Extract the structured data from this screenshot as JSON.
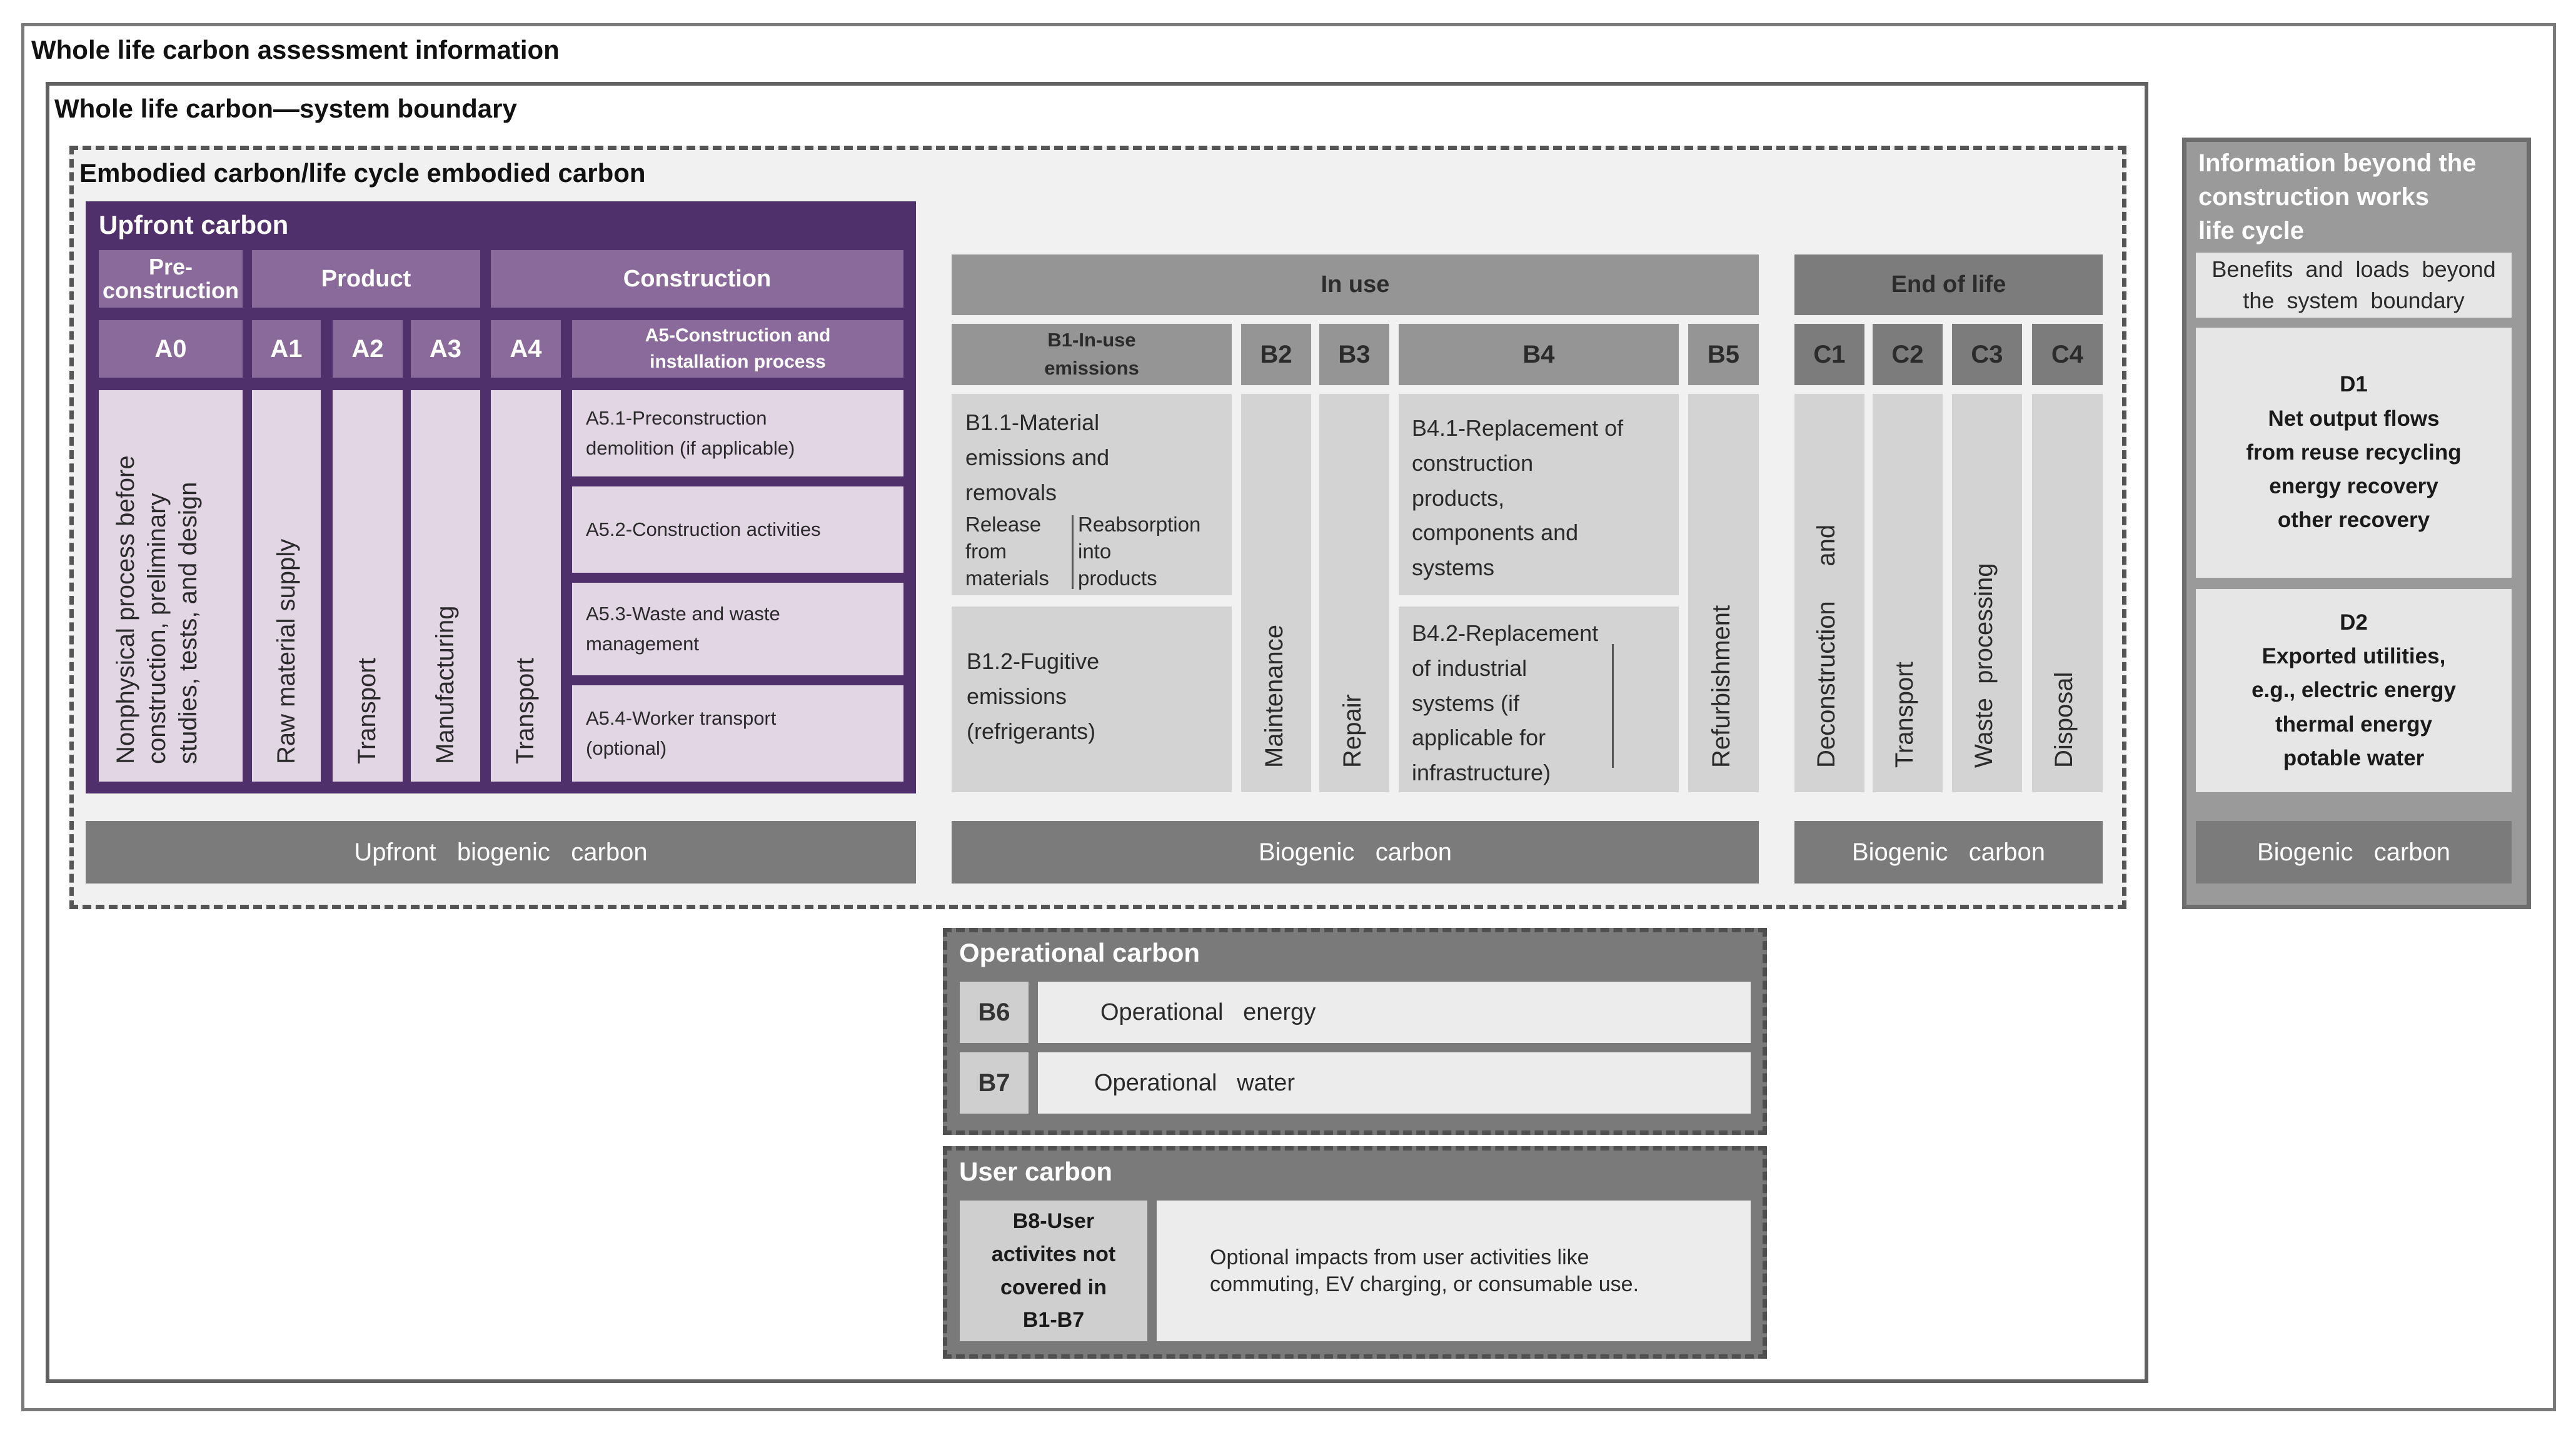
{
  "outer": {
    "title": "Whole life carbon assessment information"
  },
  "system": {
    "title": "Whole life carbon—system boundary"
  },
  "embodied": {
    "title": "Embodied carbon/life cycle embodied carbon"
  },
  "upfront": {
    "title": "Upfront carbon",
    "headers": {
      "pre": "Pre-\nconstruction",
      "product": "Product",
      "construction": "Construction"
    },
    "codes": {
      "a0": "A0",
      "a1": "A1",
      "a2": "A2",
      "a3": "A3",
      "a4": "A4",
      "a5": "A5-Construction and\ninstallation process"
    },
    "vertical": {
      "a0": "Nonphysical process before\nconstruction, preliminary\nstudies, tests, and design",
      "a1": "Raw  material  supply",
      "a2": "Transport",
      "a3": "Manufacturing",
      "a4": "Transport"
    },
    "a5_items": [
      "A5.1-Preconstruction\ndemolition (if applicable)",
      "A5.2-Construction activities",
      "A5.3-Waste and waste\nmanagement",
      "A5.4-Worker transport\n(optional)"
    ],
    "biogenic": "Upfront   biogenic   carbon"
  },
  "inuse": {
    "header": "In use",
    "codes": {
      "b1": "B1-In-use\nemissions",
      "b2": "B2",
      "b3": "B3",
      "b4": "B4",
      "b5": "B5"
    },
    "b1_1": "B1.1-Material\nemissions and\nremovals",
    "b1_1_release": "Release\nfrom\nmaterials",
    "b1_1_reabsorption": "Reabsorption\ninto\nproducts",
    "b1_2": "B1.2-Fugitive\nemissions\n(refrigerants)",
    "vertical": {
      "b2": "Maintenance",
      "b3": "Repair",
      "b5": "Refurbishment"
    },
    "b4_1": "B4.1-Replacement of\nconstruction\nproducts,\ncomponents and\nsystems",
    "b4_2": "B4.2-Replacement\nof industrial\nsystems (if\napplicable for\ninfrastructure)",
    "biogenic": "Biogenic   carbon"
  },
  "eol": {
    "header": "End of life",
    "codes": {
      "c1": "C1",
      "c2": "C2",
      "c3": "C3",
      "c4": "C4"
    },
    "vertical": {
      "c1": "Deconstruction     and",
      "c2": "Transport",
      "c3": "Waste  processing",
      "c4": "Disposal"
    },
    "biogenic": "Biogenic   carbon"
  },
  "beyond": {
    "title": "Information beyond the\nconstruction works\nlife cycle",
    "subtitle": "Benefits  and  loads  beyond\nthe  system  boundary",
    "d1": "D1\nNet output flows\nfrom reuse recycling\nenergy recovery\nother recovery",
    "d2": "D2\nExported utilities,\ne.g., electric energy\nthermal energy\npotable water",
    "biogenic": "Biogenic   carbon"
  },
  "operational": {
    "title": "Operational carbon",
    "rows": [
      {
        "code": "B6",
        "label": "Operational   energy"
      },
      {
        "code": "B7",
        "label": "Operational   water"
      }
    ]
  },
  "user": {
    "title": "User carbon",
    "code": "B8-User\nactivites not\ncovered in\nB1-B7",
    "desc": "Optional impacts from user activities like\ncommuting, EV charging, or consumable use."
  }
}
